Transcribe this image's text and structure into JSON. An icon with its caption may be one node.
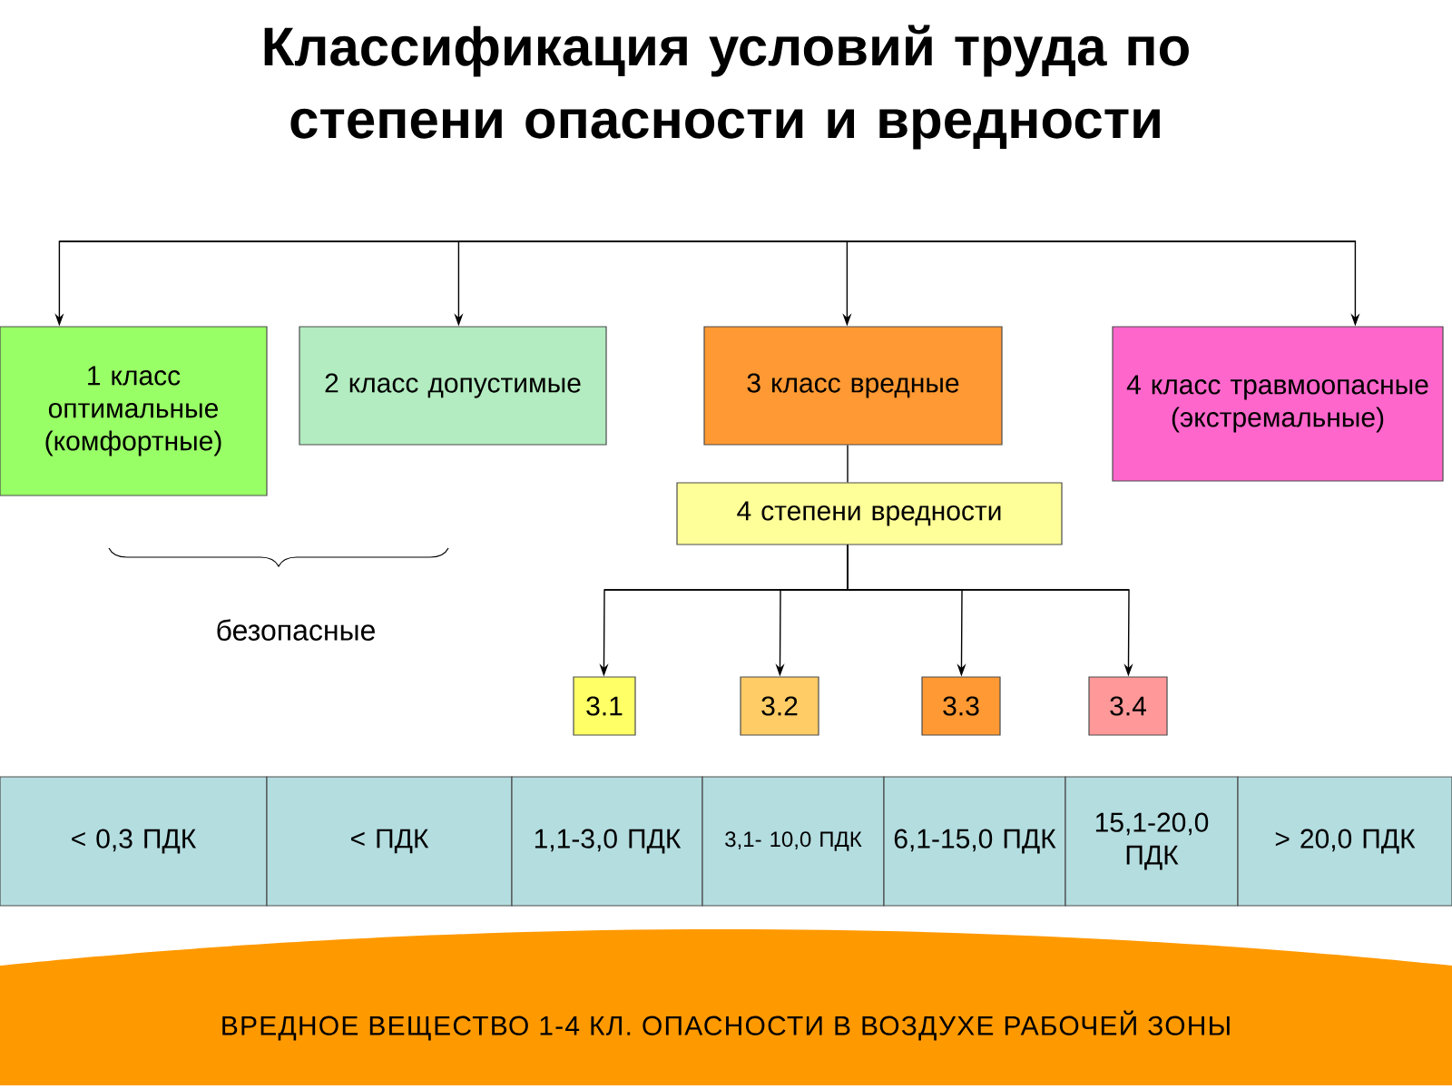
{
  "diagram": {
    "title": "Классификация условий труда по степени опасности и вредности",
    "nodes": [
      {
        "text": [
          "1 класс оптимальные (комфортные)"
        ]
      },
      {
        "text": [
          "2 класс допустимые"
        ]
      },
      {
        "text": [
          "3 класс вредные"
        ]
      },
      {
        "text": [
          "4 класс травмоопасные (экстремальные)"
        ]
      },
      {
        "text": [
          "4 степени вредности"
        ]
      },
      {
        "text": [
          "3.1"
        ]
      },
      {
        "text": [
          "3.2"
        ]
      },
      {
        "text": [
          "3.3"
        ]
      },
      {
        "text": [
          "3.4"
        ]
      },
      {
        "text": [
          "< 0,3 ПДК"
        ]
      },
      {
        "text": [
          "< ПДК"
        ]
      },
      {
        "text": [
          "1,1-3,0 ПДК"
        ]
      },
      {
        "text": [
          "3,1- 10,0 ПДК"
        ]
      },
      {
        "text": [
          "6,1-15,0 ПДК"
        ]
      },
      {
        "text": [
          "15,1-20,0 ПДК"
        ]
      },
      {
        "text": [
          "> 20,0 ПДК"
        ]
      },
      {
        "text": [
          "ВРЕДНОЕ ВЕЩЕСТВО 1-4 КЛ. ОПАСНОСТИ В ВОЗДУХЕ РАБОЧЕЙ ЗОНЫ"
        ]
      }
    ],
    "edges": [
      {
        "from": null,
        "to": 0,
        "arrow": "to"
      },
      {
        "from": null,
        "to": 1,
        "arrow": "to"
      },
      {
        "from": null,
        "to": 2,
        "arrow": "to"
      },
      {
        "from": null,
        "to": 3,
        "arrow": "to"
      },
      {
        "from": 2,
        "to": 4,
        "arrow": "none"
      },
      {
        "from": 4,
        "to": 5,
        "arrow": "to"
      },
      {
        "from": 4,
        "to": 6,
        "arrow": "to"
      },
      {
        "from": 4,
        "to": 7,
        "arrow": "to"
      },
      {
        "from": 4,
        "to": 8,
        "arrow": "to"
      }
    ],
    "labels": [
      "безопасные"
    ]
  }
}
